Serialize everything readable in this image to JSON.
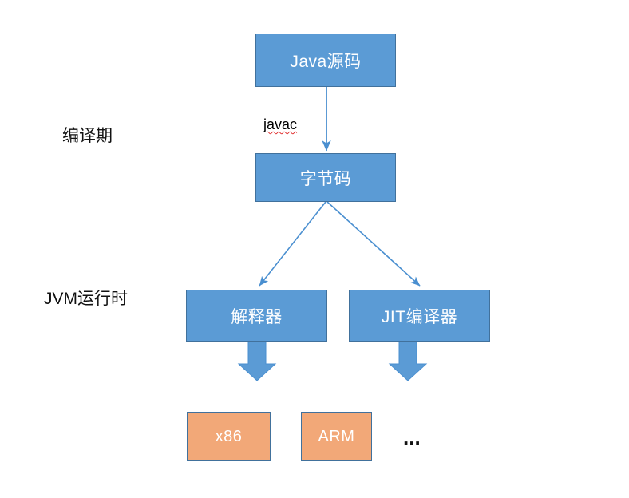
{
  "diagram": {
    "title": "Java compilation and JVM runtime flow",
    "colors": {
      "blue_fill": "#5B9BD5",
      "blue_border": "#41719C",
      "orange_fill": "#F2A878",
      "orange_border": "#41719C",
      "connector": "#5B9BD5",
      "separator": "#5B9BD5",
      "text_dark": "#111111",
      "spellcheck_underline": "#E03030"
    },
    "stage_labels": [
      {
        "id": "compile-time",
        "text": "编译期"
      },
      {
        "id": "jvm-runtime",
        "text": "JVM运行时"
      }
    ],
    "nodes": [
      {
        "id": "java-source",
        "text": "Java源码",
        "kind": "blue"
      },
      {
        "id": "bytecode",
        "text": "字节码",
        "kind": "blue"
      },
      {
        "id": "interpreter",
        "text": "解释器",
        "kind": "blue"
      },
      {
        "id": "jit-compiler",
        "text": "JIT编译器",
        "kind": "blue"
      },
      {
        "id": "x86",
        "text": "x86",
        "kind": "orange"
      },
      {
        "id": "arm",
        "text": "ARM",
        "kind": "orange"
      }
    ],
    "edge_labels": [
      {
        "id": "javac",
        "text": "javac",
        "misspelled": true
      }
    ],
    "ellipsis": "...",
    "separators": 2
  }
}
